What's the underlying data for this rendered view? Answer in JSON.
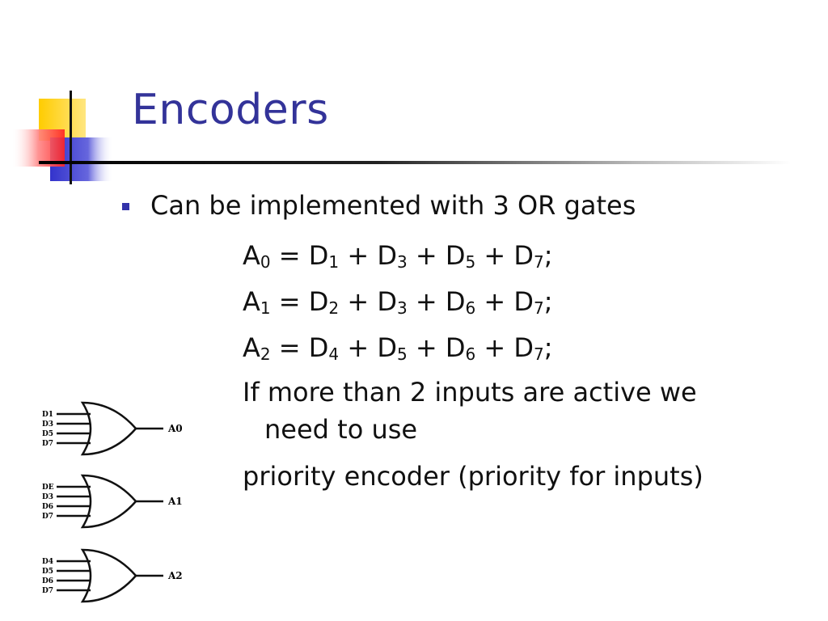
{
  "slide": {
    "title": "Encoders",
    "bullet": "Can be implemented with 3 OR gates",
    "equations": [
      [
        {
          "t": "A",
          "s": "0"
        },
        {
          "t": " = D",
          "s": "1"
        },
        {
          "t": " + D",
          "s": "3"
        },
        {
          "t": " + D",
          "s": "5"
        },
        {
          "t": " + D",
          "s": "7"
        },
        {
          "t": ";",
          "s": ""
        }
      ],
      [
        {
          "t": "A",
          "s": "1"
        },
        {
          "t": " = D",
          "s": "2"
        },
        {
          "t": " + D",
          "s": "3"
        },
        {
          "t": " + D",
          "s": "6"
        },
        {
          "t": " + D",
          "s": "7"
        },
        {
          "t": ";",
          "s": ""
        }
      ],
      [
        {
          "t": "A",
          "s": "2"
        },
        {
          "t": " = D",
          "s": "4"
        },
        {
          "t": " + D",
          "s": "5"
        },
        {
          "t": " + D",
          "s": "6"
        },
        {
          "t": " + D",
          "s": "7"
        },
        {
          "t": ";",
          "s": ""
        }
      ]
    ],
    "note_line1": "If more than 2 inputs are active we",
    "note_line2": "need to use",
    "note_line3": "priority encoder (priority for inputs)"
  },
  "gates": [
    {
      "inputs": [
        "D1",
        "D3",
        "D5",
        "D7"
      ],
      "output": "A0"
    },
    {
      "inputs": [
        "DE",
        "D3",
        "D6",
        "D7"
      ],
      "output": "A1"
    },
    {
      "inputs": [
        "D4",
        "D5",
        "D6",
        "D7"
      ],
      "output": "A2"
    }
  ],
  "colors": {
    "title": "#333399",
    "bullet": "#3333aa",
    "deco_yellow": "#ffcc00",
    "deco_blue": "#3333cc",
    "deco_red": "#ff3333"
  }
}
